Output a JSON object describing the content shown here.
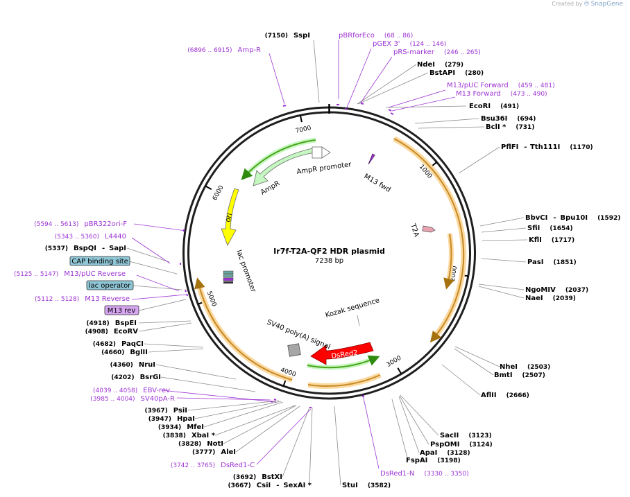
{
  "watermark": {
    "prefix": "Created by",
    "brand": "SnapGene"
  },
  "plasmid": {
    "name": "Ir7f-T2A-QF2 HDR plasmid",
    "size": "7238 bp",
    "length": 7238
  },
  "ruler_ticks": [
    {
      "pos": 1000,
      "label": "1000"
    },
    {
      "pos": 2000,
      "label": "2000"
    },
    {
      "pos": 3000,
      "label": "3000"
    },
    {
      "pos": 4000,
      "label": "4000"
    },
    {
      "pos": 5000,
      "label": "5000"
    },
    {
      "pos": 6000,
      "label": "6000"
    },
    {
      "pos": 7000,
      "label": "7000"
    }
  ],
  "enzymes_right": [
    {
      "name": "NdeI",
      "pos": "(279)"
    },
    {
      "name": "BstAPI",
      "pos": "(280)"
    },
    {
      "name": "EcoRI",
      "pos": "(491)"
    },
    {
      "name": "Bsu36I",
      "pos": "(694)"
    },
    {
      "name": "BclI *",
      "pos": "(731)"
    },
    {
      "name": "PflFI",
      "pos": "(1170)",
      "name2": "Tth111I",
      "sep": "-"
    },
    {
      "name": "BbvCI",
      "pos": "(1592)",
      "name2": "Bpu10I",
      "sep": "-"
    },
    {
      "name": "SfiI",
      "pos": "(1654)"
    },
    {
      "name": "KflI",
      "pos": "(1717)"
    },
    {
      "name": "PasI",
      "pos": "(1851)"
    },
    {
      "name": "NgoMIV",
      "pos": "(2037)"
    },
    {
      "name": "NaeI",
      "pos": "(2039)"
    },
    {
      "name": "NheI",
      "pos": "(2503)"
    },
    {
      "name": "BmtI",
      "pos": "(2507)"
    },
    {
      "name": "AflII",
      "pos": "(2666)"
    },
    {
      "name": "SacII",
      "pos": "(3123)"
    },
    {
      "name": "PspOMI",
      "pos": "(3124)"
    },
    {
      "name": "ApaI",
      "pos": "(3128)"
    },
    {
      "name": "FspAI",
      "pos": "(3198)"
    }
  ],
  "enzymes_left": [
    {
      "name": "SspI",
      "pos": "(7150)"
    },
    {
      "name": "BspQI",
      "pos": "(5337)",
      "name2": "SapI",
      "sep": "-"
    },
    {
      "name": "BspEI",
      "pos": "(4918)"
    },
    {
      "name": "EcoRV",
      "pos": "(4908)"
    },
    {
      "name": "PaqCI",
      "pos": "(4682)"
    },
    {
      "name": "BglII",
      "pos": "(4660)"
    },
    {
      "name": "NruI",
      "pos": "(4360)"
    },
    {
      "name": "BsrGI",
      "pos": "(4202)"
    },
    {
      "name": "PsiI",
      "pos": "(3967)"
    },
    {
      "name": "HpaI",
      "pos": "(3947)"
    },
    {
      "name": "MfeI",
      "pos": "(3934)"
    },
    {
      "name": "XbaI *",
      "pos": "(3838)"
    },
    {
      "name": "NotI",
      "pos": "(3828)"
    },
    {
      "name": "AleI",
      "pos": "(3777)"
    },
    {
      "name": "BstXI",
      "pos": "(3692)"
    },
    {
      "name": "CsiI",
      "pos": "(3667)",
      "name2": "SexAI *",
      "sep": "-"
    },
    {
      "name": "StuI",
      "pos": "(3582)"
    }
  ],
  "primers": [
    {
      "name": "pBRforEco",
      "range": "(68 .. 86)"
    },
    {
      "name": "pGEX 3'",
      "range": "(124 .. 146)"
    },
    {
      "name": "pRS-marker",
      "range": "(246 .. 265)"
    },
    {
      "name": "M13/pUC Forward",
      "range": "(459 .. 481)"
    },
    {
      "name": "M13 Forward",
      "range": "(473 .. 490)"
    },
    {
      "name": "Amp-R",
      "range": "(6896 .. 6915)"
    },
    {
      "name": "pBR322ori-F",
      "range": "(5594 .. 5613)"
    },
    {
      "name": "L4440",
      "range": "(5343 .. 5360)"
    },
    {
      "name": "M13/pUC Reverse",
      "range": "(5125 .. 5147)"
    },
    {
      "name": "M13 Reverse",
      "range": "(5112 .. 5128)"
    },
    {
      "name": "EBV-rev",
      "range": "(4039 .. 4058)"
    },
    {
      "name": "SV40pA-R",
      "range": "(3985 .. 4004)"
    },
    {
      "name": "DsRed1-C",
      "range": "(3742 .. 3765)"
    },
    {
      "name": "DsRed1-N",
      "range": "(3330 .. 3350)"
    }
  ],
  "boxed_features": [
    {
      "name": "CAP binding site",
      "color": "#8fc6d6"
    },
    {
      "name": "lac operator",
      "color": "#8fc6d6"
    },
    {
      "name": "M13 rev",
      "color": "#d7a6f1"
    }
  ],
  "inner_features": [
    {
      "name": "AmpR promoter"
    },
    {
      "name": "AmpR",
      "color": "#c5f7c0"
    },
    {
      "name": "ori",
      "color": "#ffff00"
    },
    {
      "name": "lac promoter"
    },
    {
      "name": "M13 fwd"
    },
    {
      "name": "T2A"
    },
    {
      "name": "Kozak sequence"
    },
    {
      "name": "SV40 poly(A) signal"
    },
    {
      "name": "DsRed2",
      "color": "#ff0000"
    }
  ],
  "colors": {
    "backbone": "#1e1e1e",
    "primer": "#9c33d3",
    "homology_arm": "#c58a26",
    "homology_glow": "#fbd9a0",
    "leader_line": "#7a7a7a",
    "green_feature": "#4aa318"
  }
}
